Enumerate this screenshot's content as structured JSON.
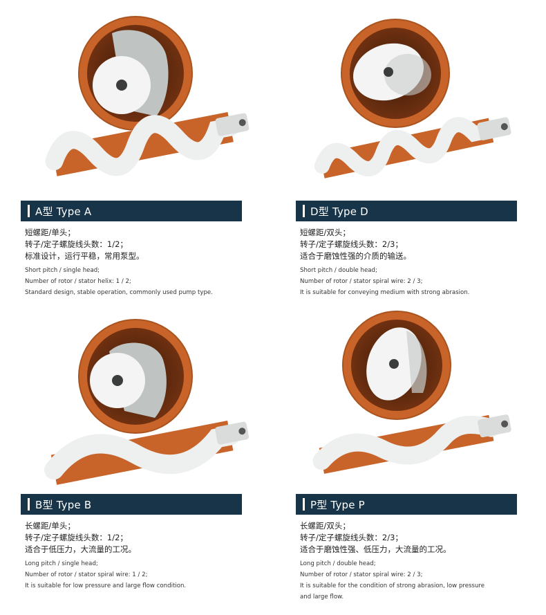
{
  "panels": [
    {
      "title": "A型 Type A",
      "zh": [
        "短螺距/单头；",
        "转子/定子螺旋线头数：1/2；",
        "标准设计，运行平稳，常用泵型。"
      ],
      "en": [
        "Short pitch / single head;",
        "Number of rotor / stator helix: 1 / 2;",
        "Standard design, stable operation, commonly used pump type."
      ]
    },
    {
      "title": "D型 Type D",
      "zh": [
        "短螺距/双头；",
        "转子/定子螺旋线头数：2/3；",
        "适合于磨蚀性强的介质的输送。"
      ],
      "en": [
        "Short pitch / double head;",
        "Number of rotor / stator spiral wire: 2 / 3;",
        "It is suitable for conveying medium with strong abrasion."
      ]
    },
    {
      "title": "B型 Type B",
      "zh": [
        "长螺距/单头；",
        "转子/定子螺旋线头数：1/2；",
        "适合于低压力，大流量的工况。"
      ],
      "en": [
        "Long pitch / single head;",
        "Number of rotor / stator spiral wire: 1 / 2;",
        "It is suitable for low pressure and large flow condition."
      ]
    },
    {
      "title": "P型 Type P",
      "zh": [
        "长螺距/双头；",
        "转子/定子螺旋线头数：2/3；",
        "适合于磨蚀性强、低压力，大流量的工况。"
      ],
      "en": [
        "Long pitch / double head;",
        "Number of rotor / stator spiral wire: 2 / 3;",
        "It is suitable for the condition of strong abrasion, low pressure",
        "and large flow."
      ]
    }
  ],
  "colors": {
    "bar": "#173449",
    "stator": "#c8642a",
    "rotor": "#e9ebe9"
  }
}
